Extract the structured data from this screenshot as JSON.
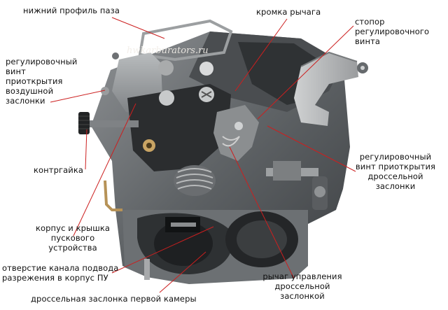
{
  "watermark": "hwkarburators.ru",
  "colors": {
    "leader_line": "#cc1f1f",
    "label_text": "#111111",
    "background": "#ffffff"
  },
  "labels": {
    "lower_groove_profile": "нижний профиль паза",
    "lever_edge": "кромка рычага",
    "adjusting_screw_stop": "стопор\nрегулировочного\nвинта",
    "air_damper_adjusting_screw": "регулировочный\nвинт\nприоткрытия\nвоздушной\nзаслонки",
    "locknut": "контргайка",
    "throttle_adjusting_screw": "регулировочный\nвинт приоткрытия\nдроссельной\nзаслонки",
    "starter_body_and_cover": "корпус и крышка\nпускового\nустройства",
    "vacuum_channel_hole": "отверстие канала подвода\nразрежения в корпус ПУ",
    "throttle_control_lever": "рычаг управления\nдроссельной\nзаслонкой",
    "first_chamber_throttle": "дроссельная заслонка первой камеры"
  }
}
